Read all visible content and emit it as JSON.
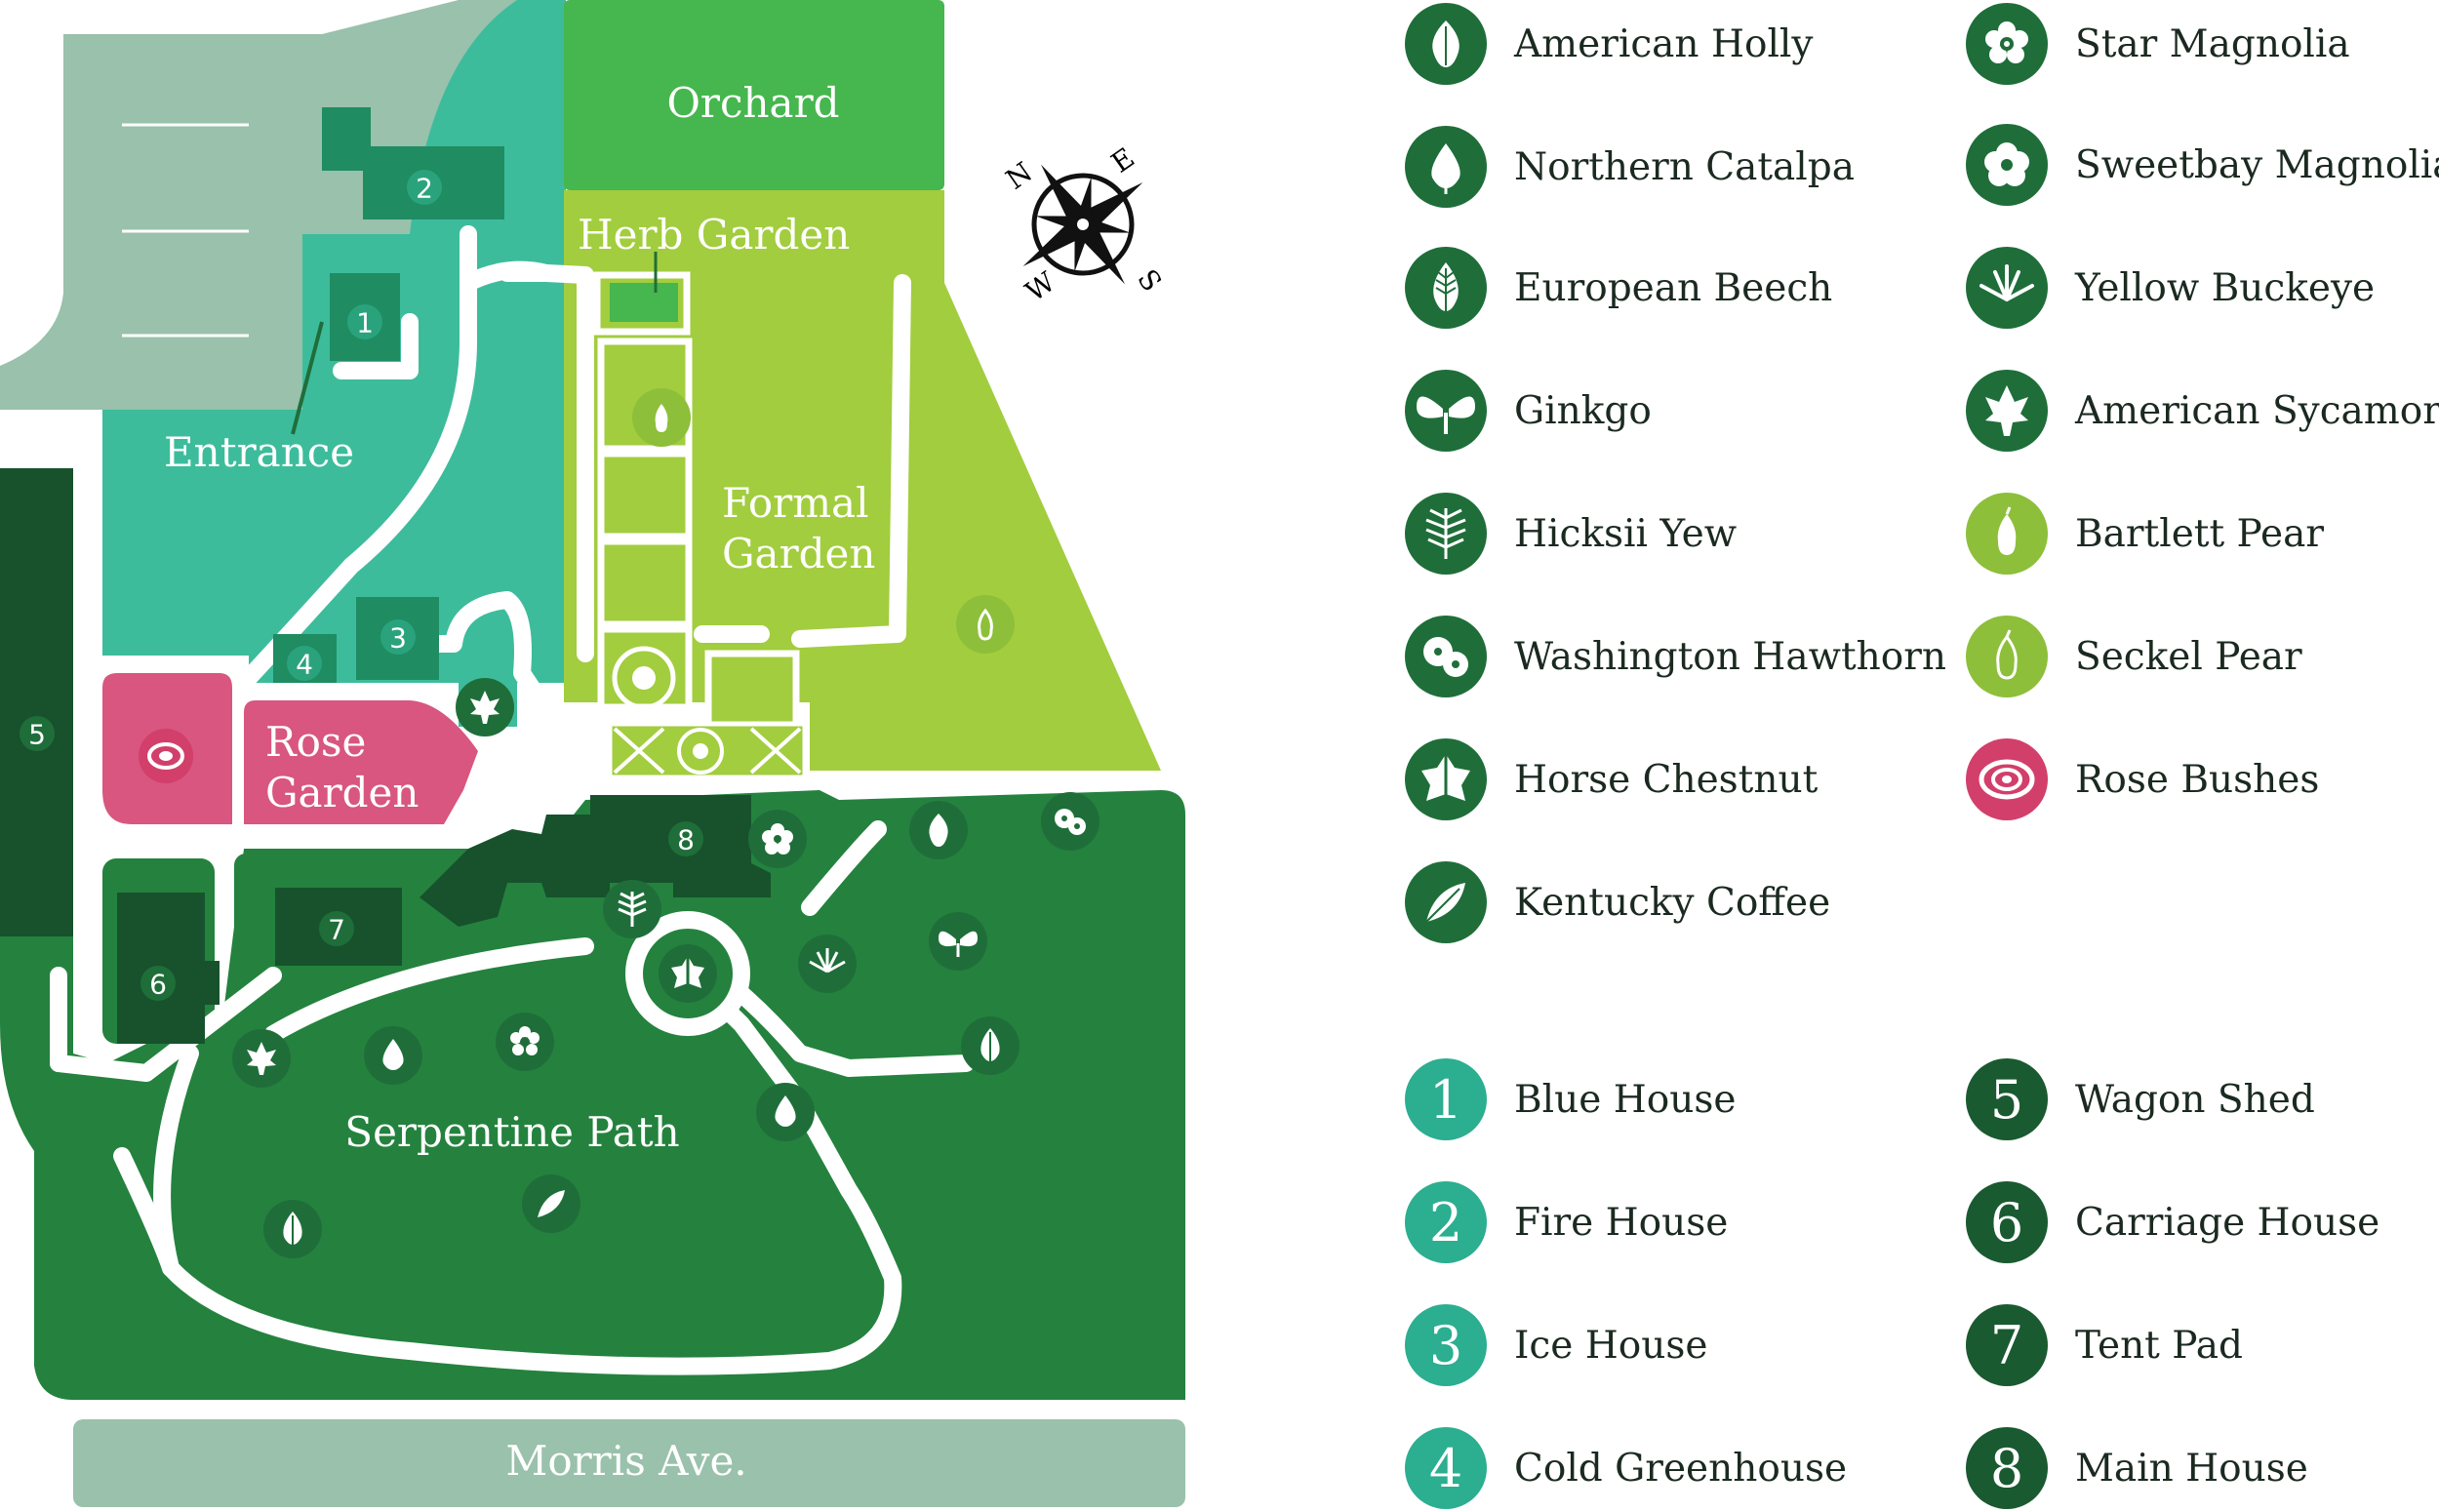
{
  "colors": {
    "parking": "#99c1ab",
    "teal": "#3dbc9c",
    "teal_dark": "#22967a",
    "green": "#46b64e",
    "lime": "#a2cd3e",
    "forest": "#24823e",
    "forest_dark": "#17522c",
    "pink": "#d8567f",
    "path": "#ffffff",
    "legend_dark": "#1f6e3a",
    "legend_lime": "#8dbf3a",
    "legend_pink": "#d23f6b",
    "legend_teal": "#2cae90"
  },
  "map": {
    "areas": {
      "orchard": "Orchard",
      "herb_garden": "Herb Garden",
      "entrance": "Entrance",
      "formal_garden_line1": "Formal",
      "formal_garden_line2": "Garden",
      "rose_garden_line1": "Rose",
      "rose_garden_line2": "Garden",
      "serpentine_path": "Serpentine Path",
      "street": "Morris Ave."
    },
    "compass": {
      "n": "N",
      "e": "E",
      "s": "S",
      "w": "W"
    },
    "building_numbers": [
      "1",
      "2",
      "3",
      "4",
      "5",
      "6",
      "7",
      "8"
    ],
    "tree_markers": [
      "bartlett-pear-icon",
      "seckel-pear-icon",
      "rose-bushes-icon",
      "american-sycamore-icon",
      "sweetbay-magnolia-icon",
      "hicksii-yew-icon",
      "horse-chestnut-icon",
      "yellow-buckeye-icon",
      "american-holly-icon",
      "washington-hawthorn-icon",
      "ginkgo-icon",
      "european-beech-icon",
      "american-sycamore-icon",
      "northern-catalpa-icon",
      "star-magnolia-icon",
      "northern-catalpa-icon",
      "kentucky-coffee-icon",
      "european-beech-icon"
    ]
  },
  "legend": {
    "trees": [
      {
        "label": "American Holly",
        "icon": "american-holly-icon",
        "color": "#1f6e3a"
      },
      {
        "label": "Northern Catalpa",
        "icon": "northern-catalpa-icon",
        "color": "#1f6e3a"
      },
      {
        "label": "European Beech",
        "icon": "european-beech-icon",
        "color": "#1f6e3a"
      },
      {
        "label": "Ginkgo",
        "icon": "ginkgo-icon",
        "color": "#1f6e3a"
      },
      {
        "label": "Hicksii Yew",
        "icon": "hicksii-yew-icon",
        "color": "#1f6e3a"
      },
      {
        "label": "Washington Hawthorn",
        "icon": "washington-hawthorn-icon",
        "color": "#1f6e3a"
      },
      {
        "label": "Horse Chestnut",
        "icon": "horse-chestnut-icon",
        "color": "#1f6e3a"
      },
      {
        "label": "Kentucky Coffee",
        "icon": "kentucky-coffee-icon",
        "color": "#1f6e3a"
      },
      {
        "label": "Star Magnolia",
        "icon": "star-magnolia-icon",
        "color": "#1f6e3a"
      },
      {
        "label": "Sweetbay Magnolia",
        "icon": "sweetbay-magnolia-icon",
        "color": "#1f6e3a"
      },
      {
        "label": "Yellow Buckeye",
        "icon": "yellow-buckeye-icon",
        "color": "#1f6e3a"
      },
      {
        "label": "American Sycamore",
        "icon": "american-sycamore-icon",
        "color": "#1f6e3a"
      },
      {
        "label": "Bartlett Pear",
        "icon": "bartlett-pear-icon",
        "color": "#8dbf3a"
      },
      {
        "label": "Seckel Pear",
        "icon": "seckel-pear-icon",
        "color": "#8dbf3a"
      },
      {
        "label": "Rose Bushes",
        "icon": "rose-bushes-icon",
        "color": "#d23f6b"
      }
    ],
    "buildings": [
      {
        "number": "1",
        "label": "Blue House",
        "color": "#2cae90"
      },
      {
        "number": "2",
        "label": "Fire House",
        "color": "#2cae90"
      },
      {
        "number": "3",
        "label": "Ice House",
        "color": "#2cae90"
      },
      {
        "number": "4",
        "label": "Cold Greenhouse",
        "color": "#2cae90"
      },
      {
        "number": "5",
        "label": "Wagon Shed",
        "color": "#1a5a30"
      },
      {
        "number": "6",
        "label": "Carriage House",
        "color": "#1a5a30"
      },
      {
        "number": "7",
        "label": "Tent Pad",
        "color": "#1a5a30"
      },
      {
        "number": "8",
        "label": "Main House",
        "color": "#1a5a30"
      }
    ]
  }
}
